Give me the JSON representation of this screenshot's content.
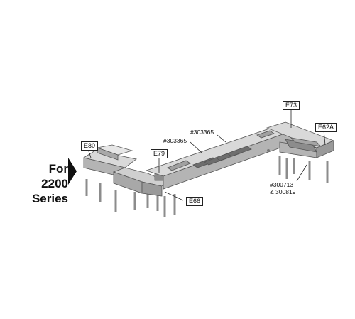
{
  "series_label": {
    "line1": "For 2200",
    "line2": "Series"
  },
  "callouts": {
    "e80": "E80",
    "e79": "E79",
    "e66": "E66",
    "e73": "E73",
    "e62a": "E62A"
  },
  "part_numbers": {
    "pn_303365_a": "#303365",
    "pn_303365_b": "#303365",
    "pn_300713_line1": "#300713",
    "pn_300713_line2": "& 300819"
  },
  "colors": {
    "steel_top": "#d9d9d9",
    "steel_front": "#b4b4b4",
    "steel_dark": "#8c8c8c",
    "outline": "#555555",
    "ink": "#111111"
  }
}
